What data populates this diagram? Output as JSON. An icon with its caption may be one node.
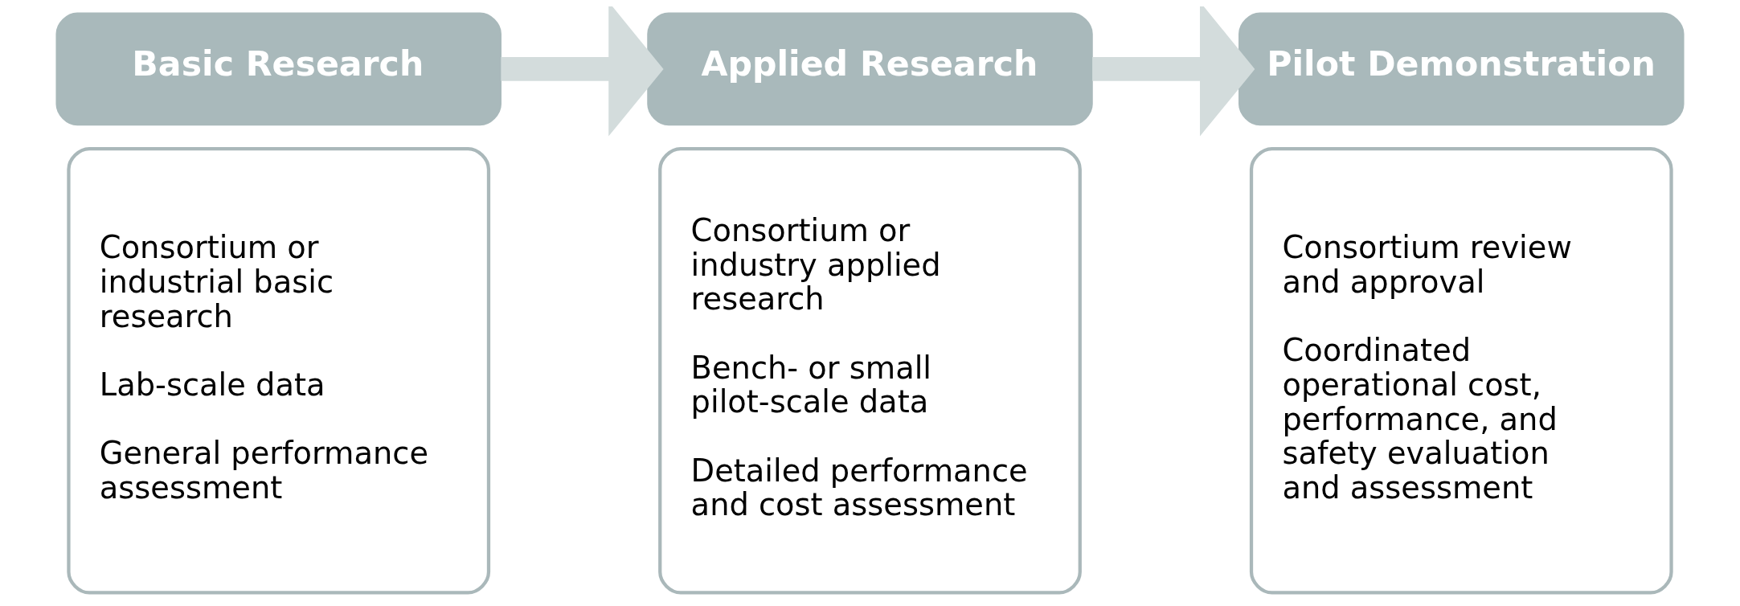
{
  "diagram": {
    "nodes": [
      {
        "text": [
          "Basic Research"
        ]
      },
      {
        "text": [
          "Consortium or industrial basic research",
          "Lab-scale data",
          "General performance assessment"
        ]
      },
      {
        "text": [
          "Applied Research"
        ]
      },
      {
        "text": [
          "Consortium or industry applied research",
          "Bench- or small pilot-scale data",
          "Detailed performance and cost assessment"
        ]
      },
      {
        "text": [
          "Pilot Demonstration"
        ]
      },
      {
        "text": [
          "Consortium review and approval",
          "Coordinated operational cost, performance, and safety evaluation and assessment"
        ]
      }
    ],
    "edges": [
      {
        "from": 0,
        "to": 2,
        "arrow": "to"
      },
      {
        "from": 2,
        "to": 4,
        "arrow": "to"
      }
    ]
  }
}
